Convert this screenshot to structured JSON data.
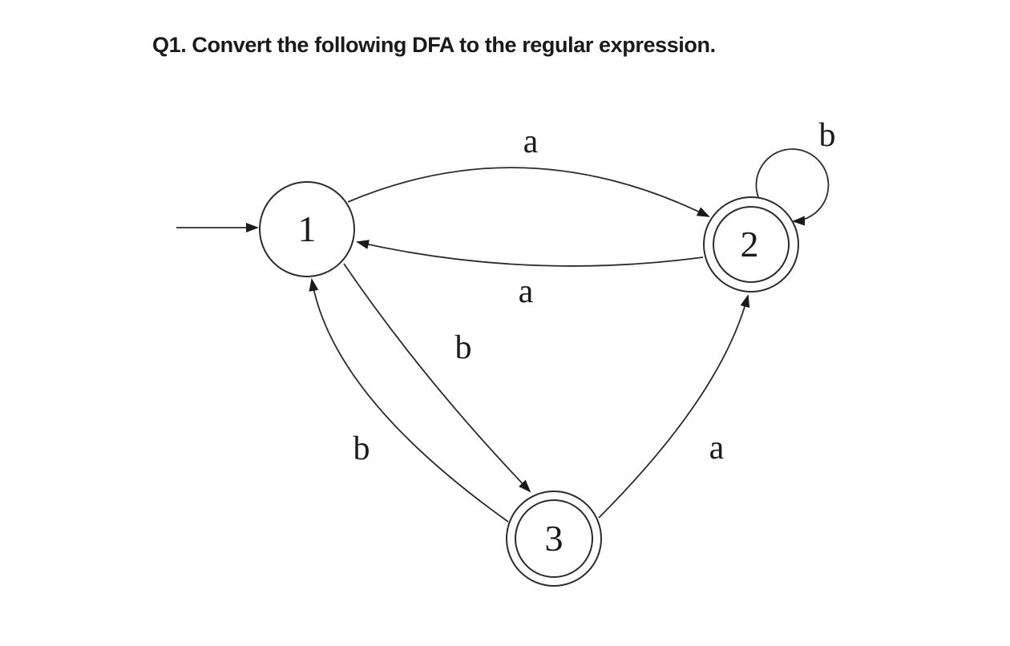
{
  "title": "Q1. Convert the following DFA to the regular expression.",
  "diagram": {
    "type": "dfa-state-diagram",
    "colors": {
      "stroke": "#2b2b2b",
      "text": "#1a1a1a",
      "background": "#ffffff"
    },
    "states": {
      "s1": {
        "label": "1",
        "accepting": false,
        "start": true
      },
      "s2": {
        "label": "2",
        "accepting": true,
        "start": false
      },
      "s3": {
        "label": "3",
        "accepting": true,
        "start": false
      }
    },
    "edge_labels": {
      "e12": "a",
      "e21": "a",
      "e22": "b",
      "e13": "b",
      "e31": "b",
      "e32": "a"
    },
    "transitions": [
      {
        "from": "1",
        "on": "a",
        "to": "2"
      },
      {
        "from": "1",
        "on": "b",
        "to": "3"
      },
      {
        "from": "2",
        "on": "a",
        "to": "1"
      },
      {
        "from": "2",
        "on": "b",
        "to": "2"
      },
      {
        "from": "3",
        "on": "a",
        "to": "2"
      },
      {
        "from": "3",
        "on": "b",
        "to": "1"
      }
    ]
  }
}
